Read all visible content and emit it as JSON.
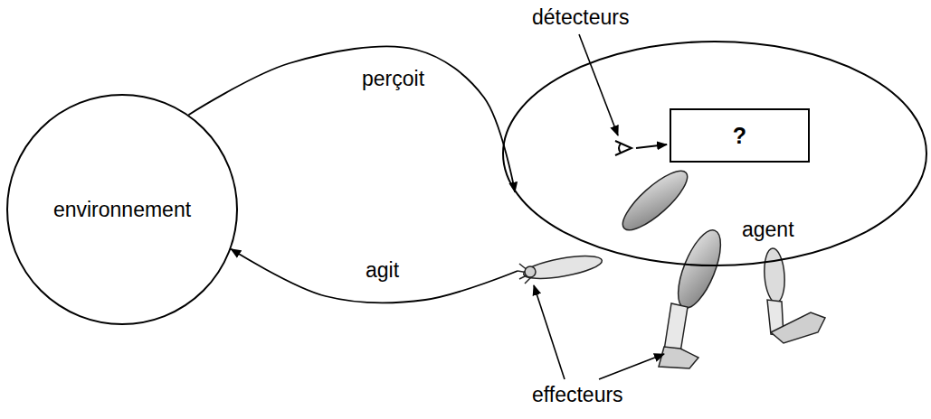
{
  "diagram": {
    "nodes": [
      {
        "text": [
          "environnement"
        ]
      },
      {
        "text": [
          "agent"
        ]
      },
      {
        "text": [
          "?"
        ],
        "in": 1
      }
    ],
    "edges": [
      {
        "from": 0,
        "to": 1,
        "arrow": "to",
        "label": "perçoit"
      },
      {
        "from": 1,
        "to": 0,
        "arrow": "to",
        "label": "agit"
      }
    ],
    "labels": [
      "détecteurs",
      "effecteurs"
    ]
  }
}
